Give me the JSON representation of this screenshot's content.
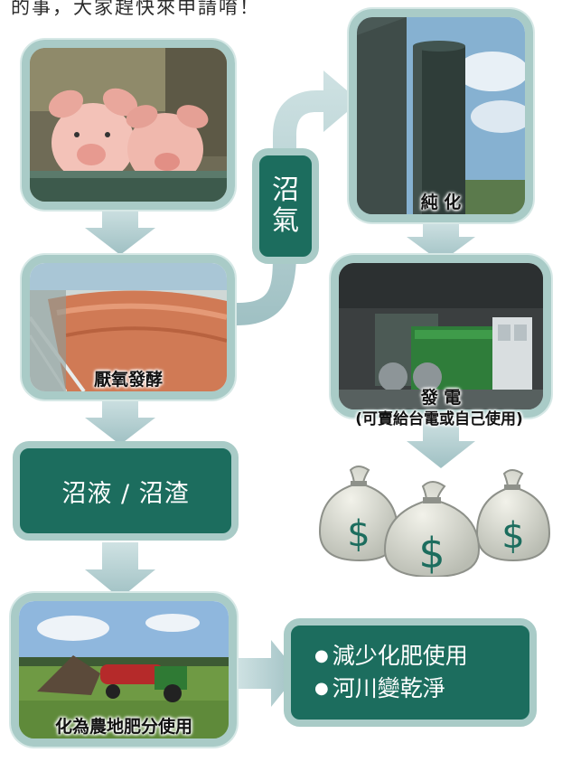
{
  "header": {
    "text": "的事，大家趕快來申請唷！"
  },
  "nodes": {
    "pigs": {
      "icon": "pigs-photo"
    },
    "digester": {
      "caption": "厭氧發酵",
      "icon": "biogas-digester-photo"
    },
    "biogas": {
      "label_line1": "沼",
      "label_line2": "氣"
    },
    "purify": {
      "caption": "純 化",
      "icon": "purification-tower-photo"
    },
    "power": {
      "caption": "發 電",
      "sub_caption": "(可賣給台電或自己使用)",
      "icon": "generator-photo"
    },
    "liquid": {
      "label": "沼液 / 沼渣"
    },
    "farm": {
      "caption": "化為農地肥分使用",
      "icon": "tractor-field-photo"
    },
    "benefits": {
      "items": [
        {
          "bullet": "●",
          "text": "減少化肥使用"
        },
        {
          "bullet": "●",
          "text": "河川變乾淨"
        }
      ]
    }
  },
  "money": {
    "symbol": "$",
    "icon": "money-bag-icon"
  },
  "colors": {
    "box_green": "#1c6d5e",
    "frame": "#a9cbc7",
    "arrow": "#b6d2d4"
  }
}
